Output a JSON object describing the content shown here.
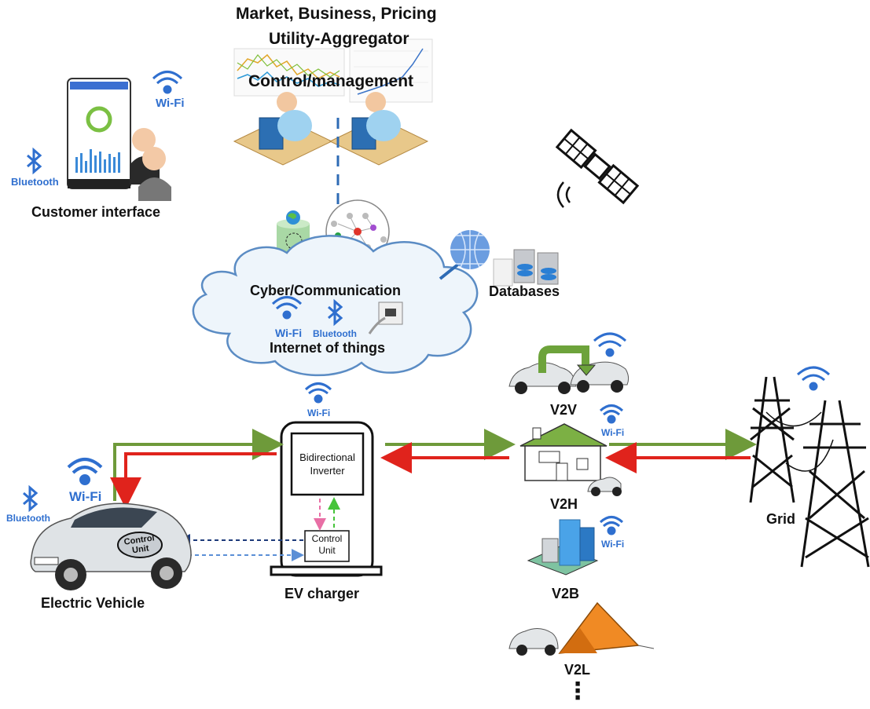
{
  "top": {
    "line1": "Market, Business, Pricing",
    "line2": "Utility-Aggregator",
    "line3": "Control/management"
  },
  "customer": {
    "label": "Customer interface"
  },
  "cloud": {
    "title": "Cyber/Communication",
    "subtitle": "Internet of things"
  },
  "databases": {
    "label": "Databases"
  },
  "wireless": {
    "wifi": "Wi-Fi",
    "bluetooth": "Bluetooth"
  },
  "charger": {
    "label": "EV charger",
    "inverter_line1": "Bidirectional",
    "inverter_line2": "Inverter",
    "control_line1": "Control",
    "control_line2": "Unit"
  },
  "vehicle": {
    "label": "Electric Vehicle",
    "badge_line1": "Control",
    "badge_line2": "Unit"
  },
  "applications": {
    "v2v": "V2V",
    "v2h": "V2H",
    "v2b": "V2B",
    "v2l": "V2L",
    "more": "⋮"
  },
  "grid": {
    "label": "Grid"
  },
  "colors": {
    "green": "#6e9a3a",
    "red": "#e0231c",
    "wifi_blue": "#2f6fcf",
    "cloud_fill": "#eef5fb",
    "cloud_stroke": "#5b8cc4"
  }
}
